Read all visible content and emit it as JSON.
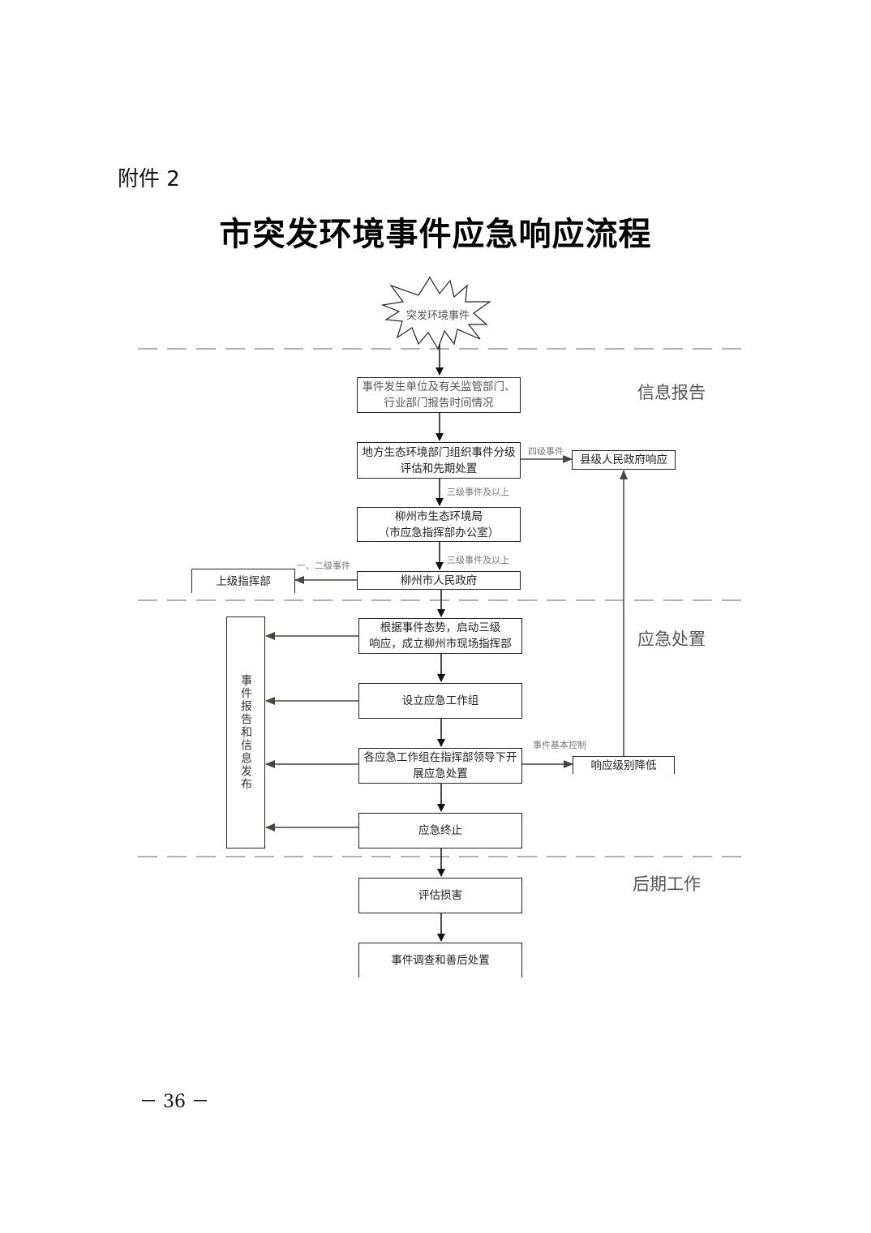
{
  "document": {
    "attachment_label": "附件 2",
    "title": "市突发环境事件应急响应流程",
    "page_number": "－ 36 －"
  },
  "phases": [
    {
      "id": "info-report",
      "label": "信息报告"
    },
    {
      "id": "emergency-handling",
      "label": "应急处置"
    },
    {
      "id": "follow-up",
      "label": "后期工作"
    }
  ],
  "nodes": {
    "start": "突发环境事件",
    "report": "事件发生单位及有关监管部门、\n行业部门报告时间情况",
    "assess": "地方生态环境部门组织事件分级\n评估和先期处置",
    "county": "县级人民政府响应",
    "bureau": "柳州市生态环境局\n（市应急指挥部办公室）",
    "city_gov": "柳州市人民政府",
    "superior": "上级指挥部",
    "launch": "根据事件态势，启动三级\n响应，成立柳州市现场指挥部",
    "groups": "设立应急工作组",
    "handling": "各应急工作组在指挥部领导下开\n展应急处置",
    "downgrade": "响应级别降低",
    "terminate": "应急终止",
    "assess_damage": "评估损害",
    "investigate": "事件调查和善后处置",
    "info_release": "事件报告和信息发布"
  },
  "edge_labels": {
    "level4": "四级事件",
    "level3_up_1": "三级事件及以上",
    "level3_up_2": "三级事件及以上",
    "level12": "一、二级事件",
    "controlled": "事件基本控制"
  },
  "colors": {
    "line": "#222222",
    "arrow_gray": "#444444",
    "divider": "#999999",
    "label_gray": "#777777"
  }
}
